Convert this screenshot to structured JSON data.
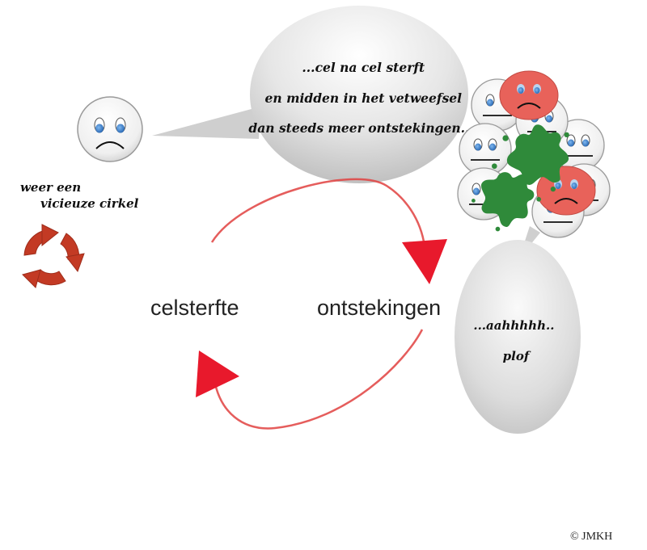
{
  "speech_bubble_top": {
    "lines": [
      "...cel na cel sterft",
      "en midden in het vetweefsel",
      "dan steeds meer ontstekingen....."
    ]
  },
  "speech_bubble_right": {
    "lines": [
      "...aahhhhh..",
      "plof"
    ]
  },
  "cycle": {
    "left_label": "celsterfte",
    "right_label": "ontstekingen"
  },
  "vicious_circle": {
    "line1": "weer een",
    "line2": "vicieuze cirkel"
  },
  "copyright": "© JMKH",
  "colors": {
    "arrow_red": "#e8192c",
    "path_red": "#e0413f",
    "recycle_red": "#c33a24",
    "angry_face": "#e8625a",
    "virus_green": "#2f8a3a",
    "eye_blue": "#3a7fd0",
    "bubble_grey": "#d9d9d9"
  }
}
